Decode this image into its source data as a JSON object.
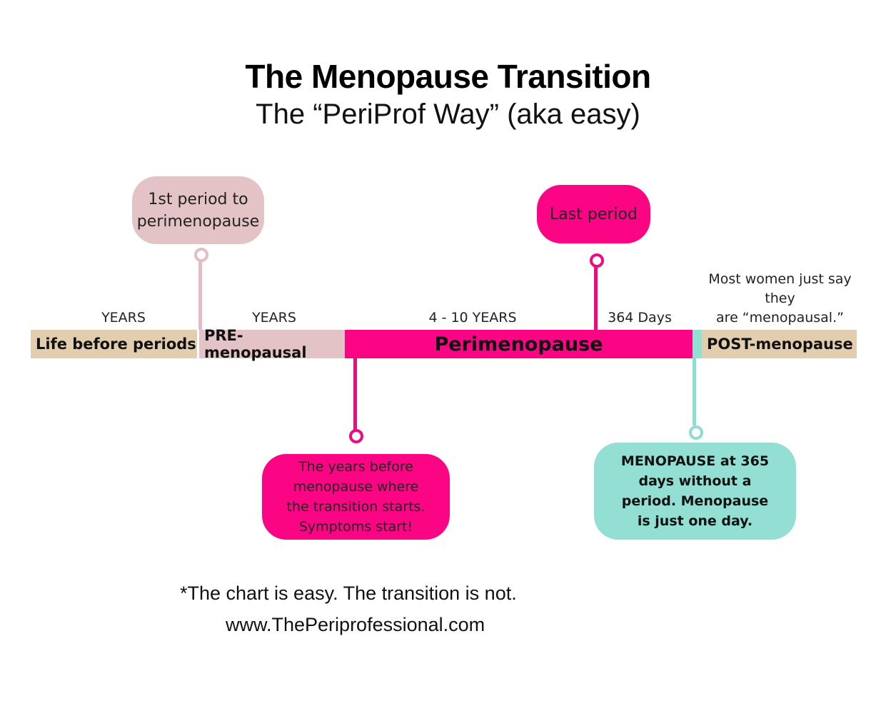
{
  "header": {
    "title": "The Menopause Transition",
    "subtitle": "The “PeriProf Way” (aka easy)"
  },
  "timeline": {
    "segments": [
      {
        "label": "Life before periods",
        "color": "#E2CDAE"
      },
      {
        "label": "PRE-menopausal",
        "color": "#E4C3C6"
      },
      {
        "label": "Perimenopause",
        "color": "#FB0585"
      },
      {
        "label": "",
        "color": "#94DFD3"
      },
      {
        "label": "POST-menopause",
        "color": "#E2CDAE"
      }
    ],
    "durations": {
      "life": "YEARS",
      "pre": "YEARS",
      "peri": "4 - 10 YEARS",
      "last_year": "364 Days"
    },
    "post_note": [
      "Most women just say",
      "they",
      "are “menopausal.”"
    ]
  },
  "callouts": {
    "first_period": {
      "lines": [
        "1st period to",
        "perimenopause"
      ],
      "color": "#E4C3C6",
      "stem_color": "#E4BCC1"
    },
    "last_period": {
      "text": "Last period",
      "color": "#FB0585",
      "stem_color": "#F00A7F"
    },
    "transition_starts": {
      "lines": [
        "The years before",
        "menopause where",
        "the transition starts.",
        "Symptoms start!"
      ],
      "color": "#FB0585",
      "stem_color": "#F00A7F"
    },
    "menopause": {
      "lines": [
        "MENOPAUSE at 365",
        "days without a",
        "period. Menopause",
        "is just one day."
      ],
      "color": "#94DFD3",
      "stem_color": "#8FDCD0"
    }
  },
  "footer": {
    "note": "*The chart is easy. The transition is not.",
    "url": "www.ThePeriprofessional.com"
  }
}
